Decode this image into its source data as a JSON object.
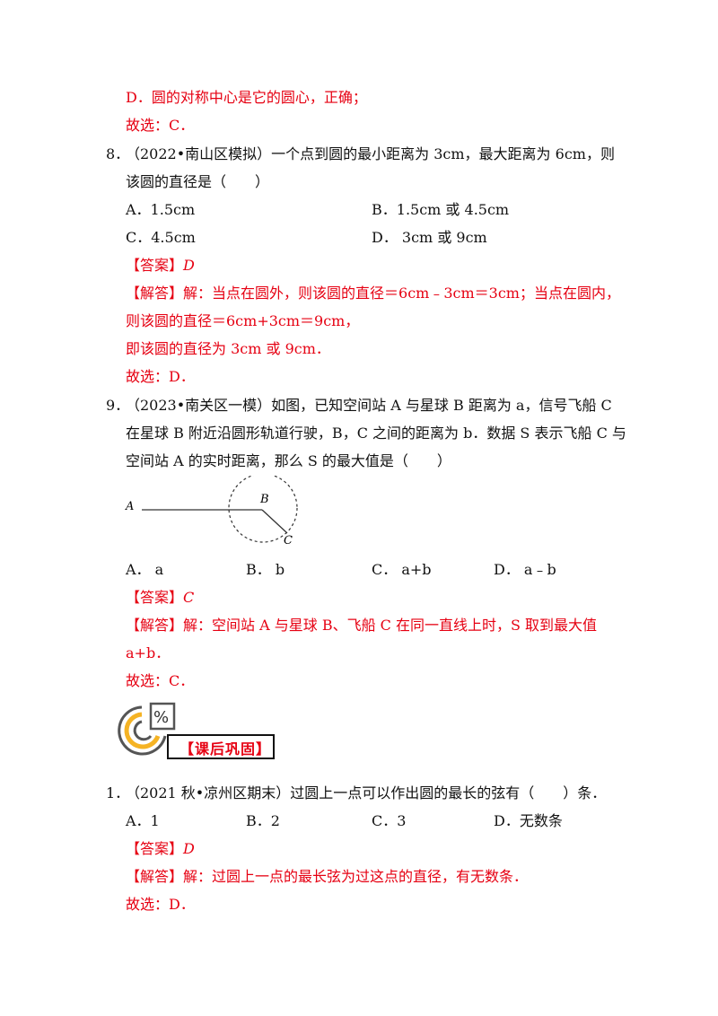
{
  "prev_tail": {
    "line1": "D．圆的对称中心是它的圆心，正确；",
    "line2": "故选：C．"
  },
  "q8": {
    "num": "8．",
    "stem1": "（2022•南山区模拟）一个点到圆的最小距离为 3cm，最大距离为 6cm，则",
    "stem2": "该圆的直径是（　　）",
    "optA": "A．1.5cm",
    "optB": "B．1.5cm 或 4.5cm",
    "optC": "C．4.5cm",
    "optD": "D． 3cm 或 9cm",
    "answer_tag": "【答案】",
    "answer": "D",
    "solution_tag": "【解答】",
    "sol1": "解：当点在圆外，则该圆的直径＝6cm﹣3cm＝3cm；当点在圆内，",
    "sol2": "则该圆的直径＝6cm+3cm＝9cm，",
    "sol3": "即该圆的直径为 3cm 或 9cm．",
    "sol4": "故选：D．"
  },
  "q9": {
    "num": "9．",
    "stem1": "（2023•南关区一模）如图，已知空间站 A 与星球 B 距离为 a，信号飞船 C",
    "stem2": "在星球 B 附近沿圆形轨道行驶，B，C 之间的距离为 b．数据 S 表示飞船 C 与",
    "stem3": "空间站 A 的实时距离，那么 S 的最大值是（　　）",
    "labelA": "A",
    "labelB": "B",
    "labelC": "C",
    "optA": "A． a",
    "optB": "B． b",
    "optC": "C． a+b",
    "optD": "D． a﹣b",
    "answer_tag": "【答案】",
    "answer": "C",
    "solution_tag": "【解答】",
    "sol1": "解：空间站 A 与星球 B、飞船 C 在同一直线上时，S 取到最大值",
    "sol2": "a+b．",
    "sol3": "故选：C．"
  },
  "section": {
    "title": "【课后巩固】",
    "icon": "percent-pie-icon"
  },
  "h1": {
    "num": "1．",
    "stem1": "（2021 秋•凉州区期末）过圆上一点可以作出圆的最长的弦有（　　）条．",
    "optA": "A．1",
    "optB": "B．2",
    "optC": "C．3",
    "optD": "D．无数条",
    "answer_tag": "【答案】",
    "answer": "D",
    "solution_tag": "【解答】",
    "sol1": "解：过圆上一点的最长弦为过这点的直径，有无数条．",
    "sol2": "故选：D．"
  },
  "colors": {
    "accent_red": "#e60012",
    "gold": "#f5b324"
  }
}
